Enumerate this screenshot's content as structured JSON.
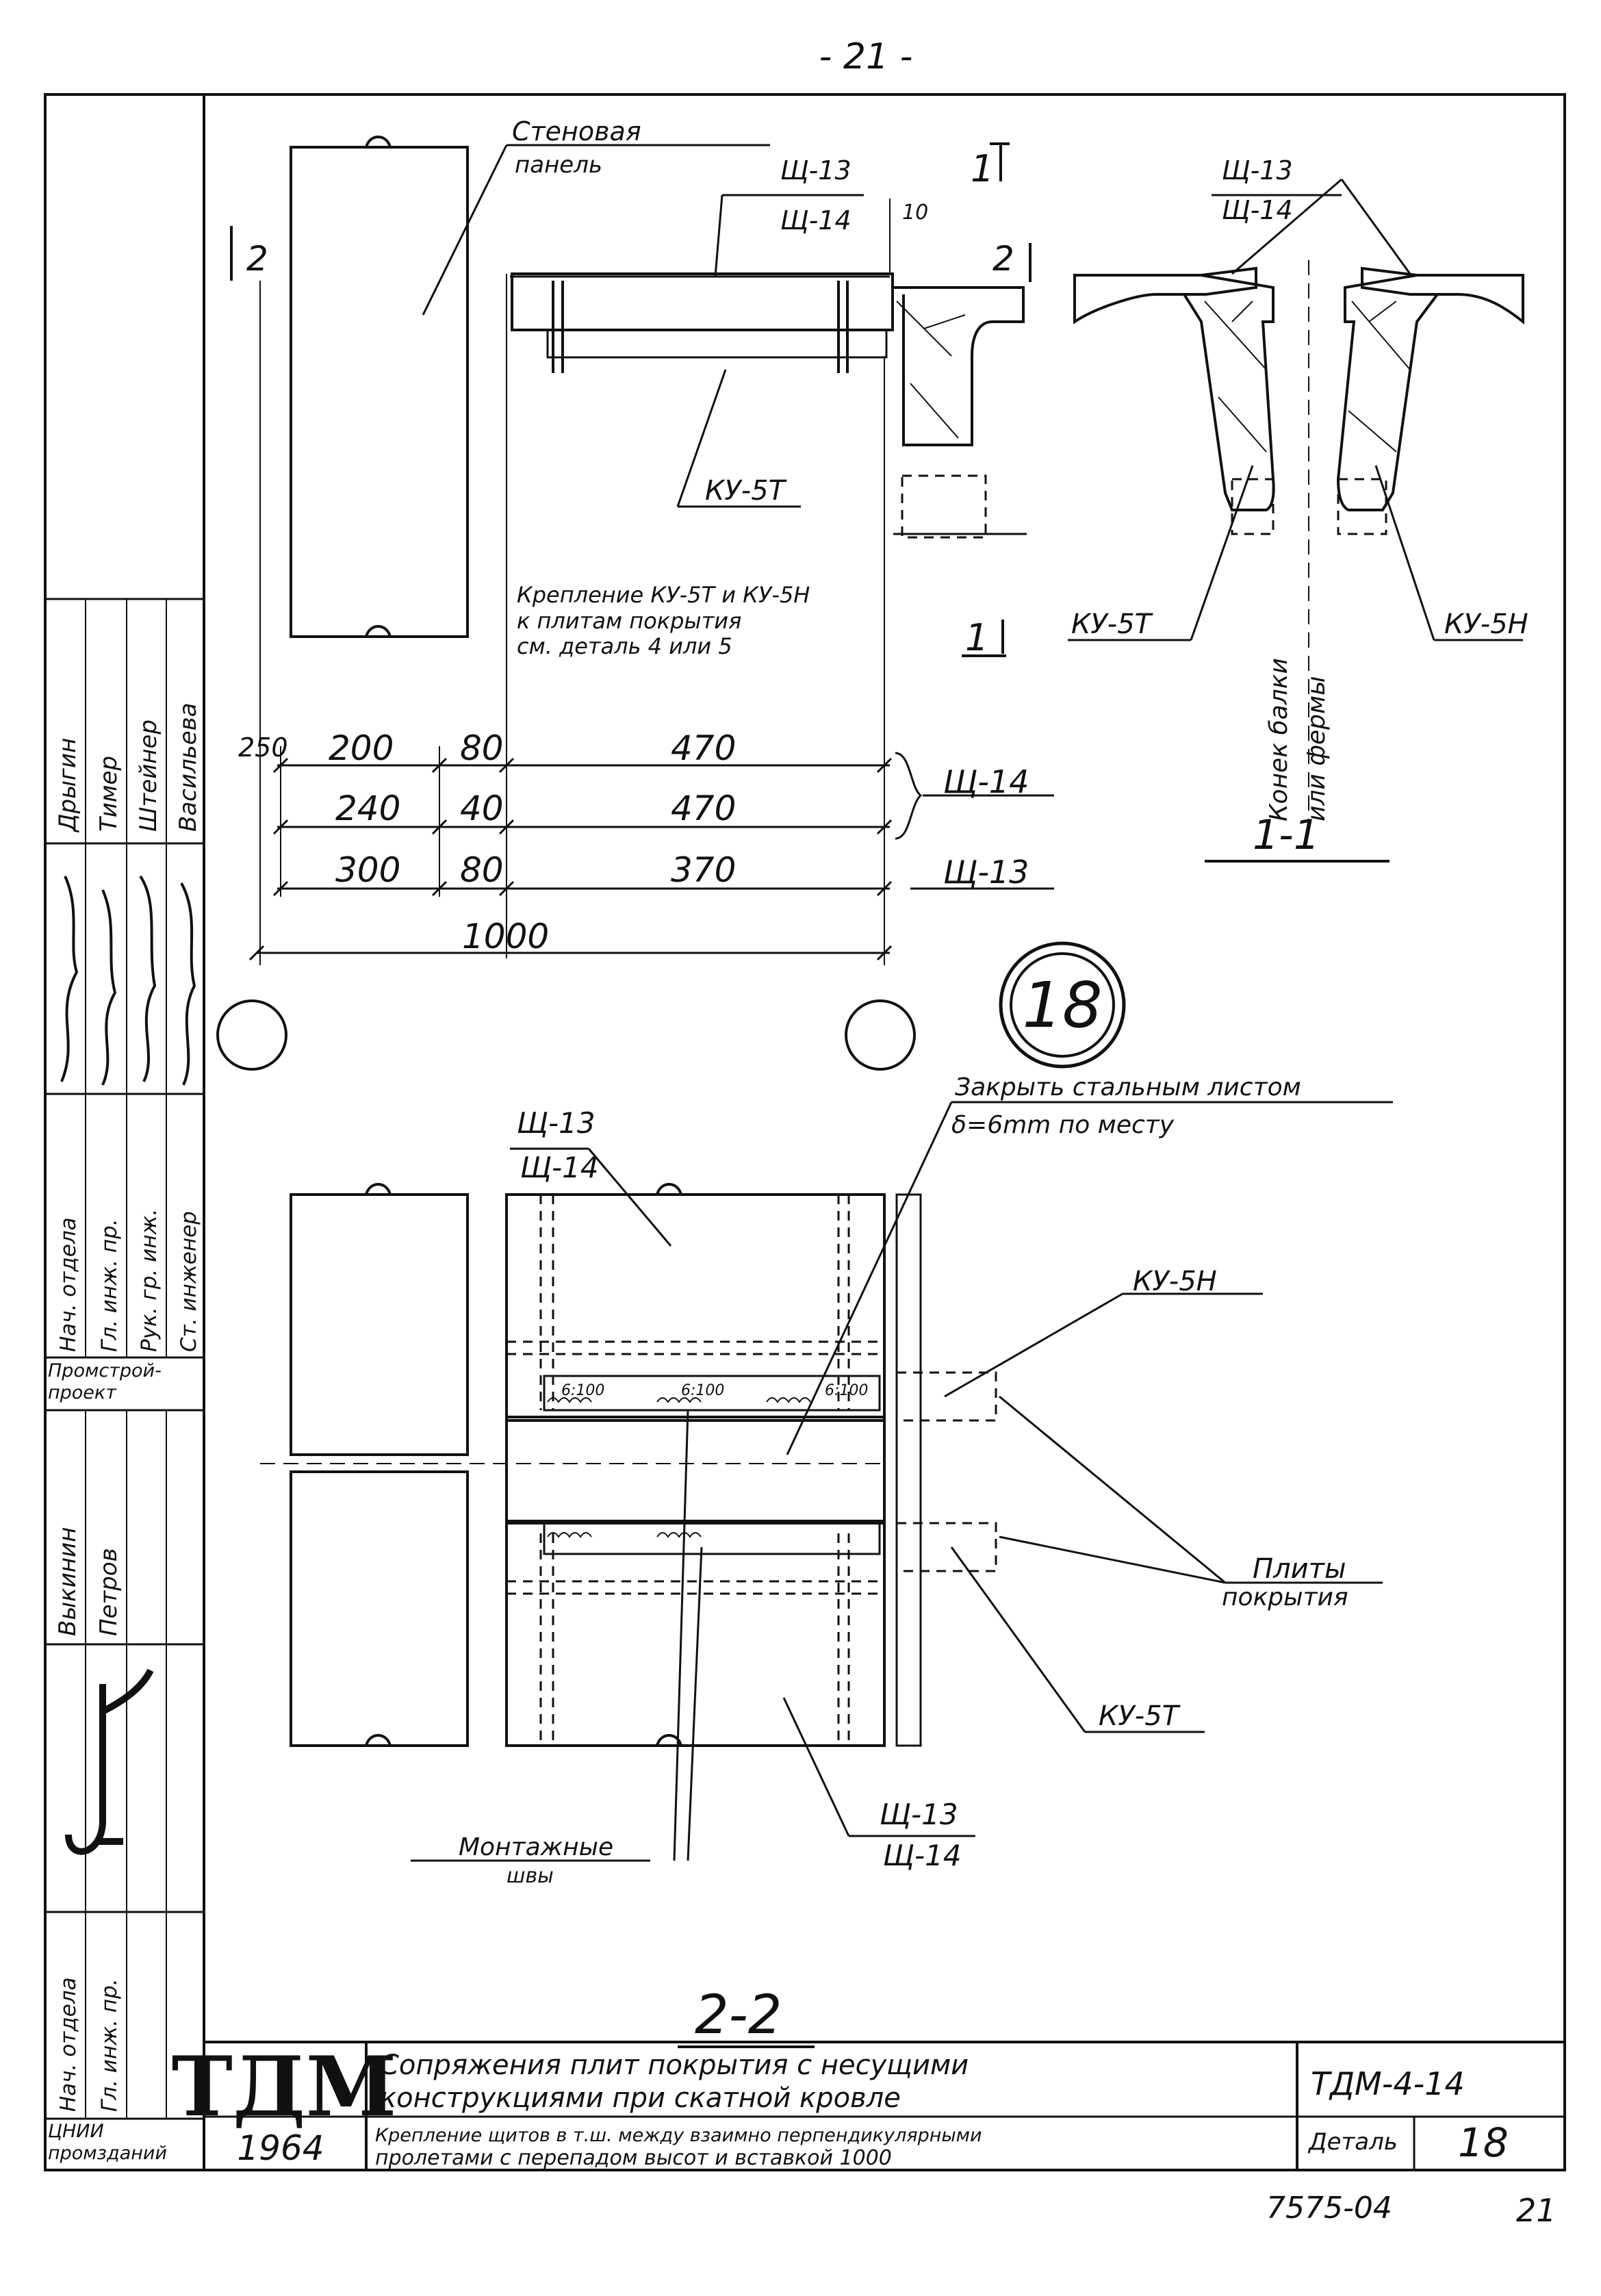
{
  "page_number_top": "- 21 -",
  "colors": {
    "ink": "#111111",
    "paper": "#ffffff"
  },
  "left_stamp": {
    "top_block": {
      "roles": [
        "Нач. отдела",
        "Гл. инж. пр.",
        "Рук. гр. инж.",
        "Ст. инженер"
      ],
      "names": [
        "Дрыгин",
        "Тимер",
        "Штейнер",
        "Васильева"
      ]
    },
    "org1": "Промстрой-проект",
    "mid_block": {
      "roles": [
        "Выкинин",
        "Петров"
      ]
    },
    "bottom_block": {
      "roles": [
        "Нач. отдела",
        "Гл. инж. пр."
      ]
    },
    "org2": "ЦНИИ промзданий"
  },
  "section_1_1": {
    "label_panel_1": "Стеновая",
    "label_panel_2": "панель",
    "label_sh_13": "Щ-13",
    "label_sh_14": "Щ-14",
    "label_gap": "10",
    "cut_1": "1",
    "cut_2": "2",
    "label_ku5t": "КУ-5Т",
    "note_1": "Крепление КУ-5Т и КУ-5Н",
    "note_2": "к плитам покрытия",
    "note_3": "см. деталь 4 или 5"
  },
  "section_1_1_view": {
    "label_sh_13": "Щ-13",
    "label_sh_14": "Щ-14",
    "label_ku5t": "КУ-5Т",
    "label_ku5h": "КУ-5Н",
    "label_beam_1": "Конек балки",
    "label_beam_2": "или фермы",
    "title": "1-1"
  },
  "dimensions": {
    "row1": [
      "250",
      "200",
      "80",
      "470"
    ],
    "row2": [
      "240",
      "40",
      "470"
    ],
    "row3": [
      "300",
      "80",
      "370"
    ],
    "label_row1": "Щ-14",
    "label_row3": "Щ-13",
    "total": "1000"
  },
  "detail_number": "18",
  "plan_2_2": {
    "label_sh_13": "Щ-13",
    "label_sh_14": "Щ-14",
    "note_steel_1": "Закрыть стальным листом",
    "note_steel_2": "δ=6mm по месту",
    "label_ku5h": "КУ-5Н",
    "label_plates_1": "Плиты",
    "label_plates_2": "покрытия",
    "label_ku5t": "КУ-5Т",
    "label_seams_1": "Монтажные",
    "label_seams_2": "швы",
    "label_bottom_sh13": "Щ-13",
    "label_bottom_sh14": "Щ-14",
    "weld_marks": [
      "6:100",
      "6:100",
      "6:100"
    ],
    "title": "2-2"
  },
  "title_block": {
    "logo": "ТДМ",
    "year": "1964",
    "title_1": "Сопряжения плит покрытия с несущими",
    "title_2": "конструкциями при скатной кровле",
    "subtitle_1": "Крепление щитов в т.ш. между взаимно перпендикулярными",
    "subtitle_2": "пролетами с перепадом высот и вставкой 1000",
    "code": "ТДМ-4-14",
    "detail_label": "Деталь",
    "detail_no": "18"
  },
  "footer": {
    "sheet_code": "7575-04",
    "sheet_no": "21"
  }
}
